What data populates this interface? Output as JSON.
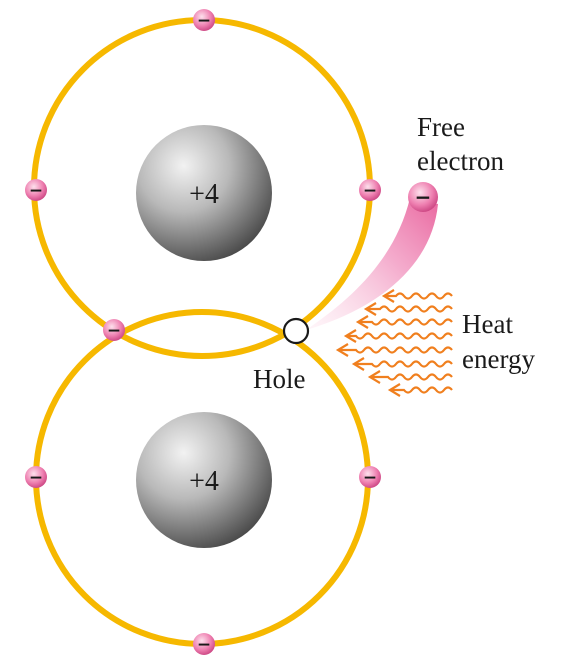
{
  "labels": {
    "free_electron_line1": "Free",
    "free_electron_line2": "electron",
    "heat_line1": "Heat",
    "heat_line2": "energy",
    "hole": "Hole"
  },
  "atoms": [
    {
      "name": "top-atom",
      "nucleus_charge": "+4"
    },
    {
      "name": "bottom-atom",
      "nucleus_charge": "+4"
    }
  ],
  "electron_symbol": "−",
  "colors": {
    "orbit": "#f6b800",
    "electron": "#e9679f",
    "electron_light": "#fbd3e4",
    "heat_arrows": "#f07f1e",
    "nucleus_dark": "#4a4a4a",
    "nucleus_light": "#e6e6e6",
    "text": "#1a1a1a"
  }
}
